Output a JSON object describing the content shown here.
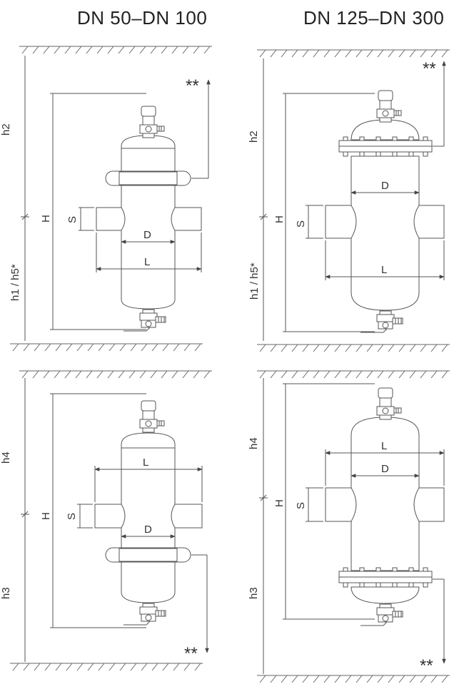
{
  "titles": {
    "small": "DN 50–DN 100",
    "large": "DN 125–DN 300"
  },
  "labels": {
    "h1h5": "h1 / h5*",
    "h2": "h2",
    "h3": "h3",
    "h4": "h4",
    "H": "H",
    "S": "S",
    "D": "D",
    "L": "L",
    "stars": "**"
  }
}
